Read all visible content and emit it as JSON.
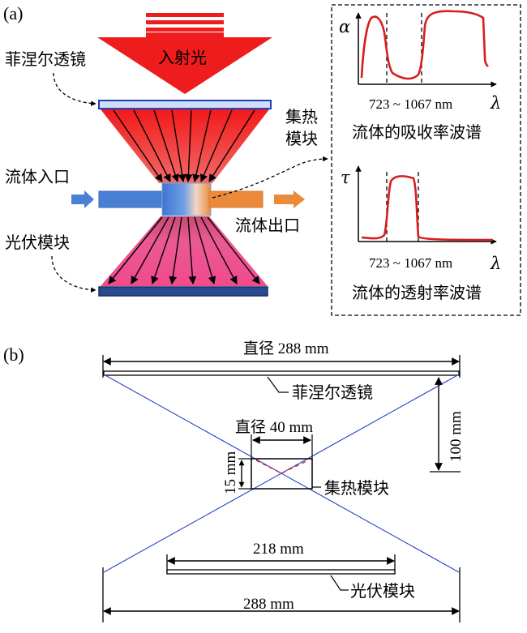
{
  "panel_a": {
    "label": "(a)",
    "incident_light": "入射光",
    "fresnel_lens": "菲涅尔透镜",
    "collector_line1": "集热",
    "collector_line2": "模块",
    "fluid_inlet": "流体入口",
    "fluid_outlet": "流体出口",
    "pv_module": "光伏模块",
    "inset": {
      "alpha_symbol": "α",
      "tau_symbol": "τ",
      "lambda_symbol": "λ",
      "band_label": "723 ~ 1067 nm",
      "absorption_caption": "流体的吸收率波谱",
      "transmission_caption": "流体的透射率波谱"
    },
    "colors": {
      "light_red": "#ee1c1c",
      "pv_pink": "#ee4f8c",
      "inlet_blue": "#4a7fd6",
      "outlet_orange": "#ec8a3c",
      "lens_blue": "#1f3fbf",
      "spectrum_red": "#d81e1e"
    }
  },
  "panel_b": {
    "label": "(b)",
    "lens_diameter": "直径 288 mm",
    "lens_label": "菲涅尔透镜",
    "height_label": "100 mm",
    "collector_diameter": "直径 40 mm",
    "collector_height": "15 mm",
    "collector_label": "集热模块",
    "pv_width": "218 mm",
    "pv_label": "光伏模块",
    "bottom_width": "288 mm",
    "colors": {
      "ray_blue": "#2b47c9",
      "dashed_red": "#d81e1e"
    }
  }
}
